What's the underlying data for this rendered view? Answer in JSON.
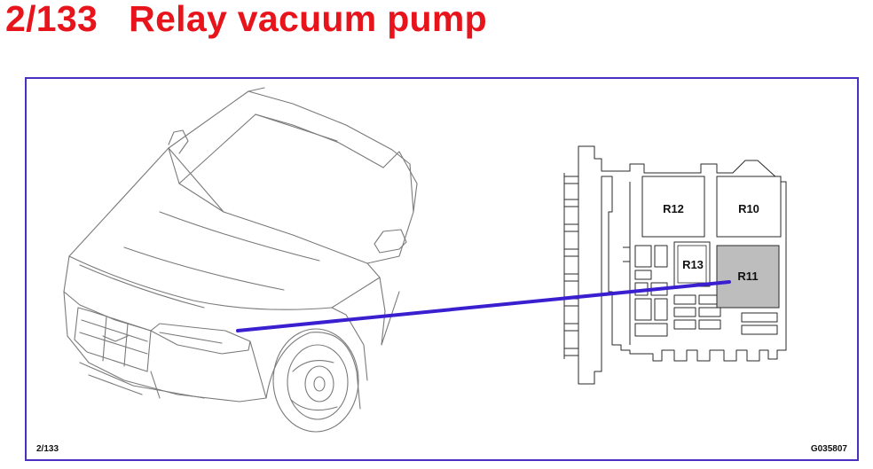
{
  "title": "2/133   Relay vacuum pump",
  "figure": {
    "code_left": "2/133",
    "code_right": "G035807"
  },
  "relays": {
    "r12": "R12",
    "r10": "R10",
    "r13": "R13",
    "r11": "R11"
  },
  "colors": {
    "title": "#e8141b",
    "frame": "#4a2fc0",
    "pointer": "#3a1fd0",
    "highlight": "#bdbdbd",
    "line_art": "#7a7a7a"
  }
}
